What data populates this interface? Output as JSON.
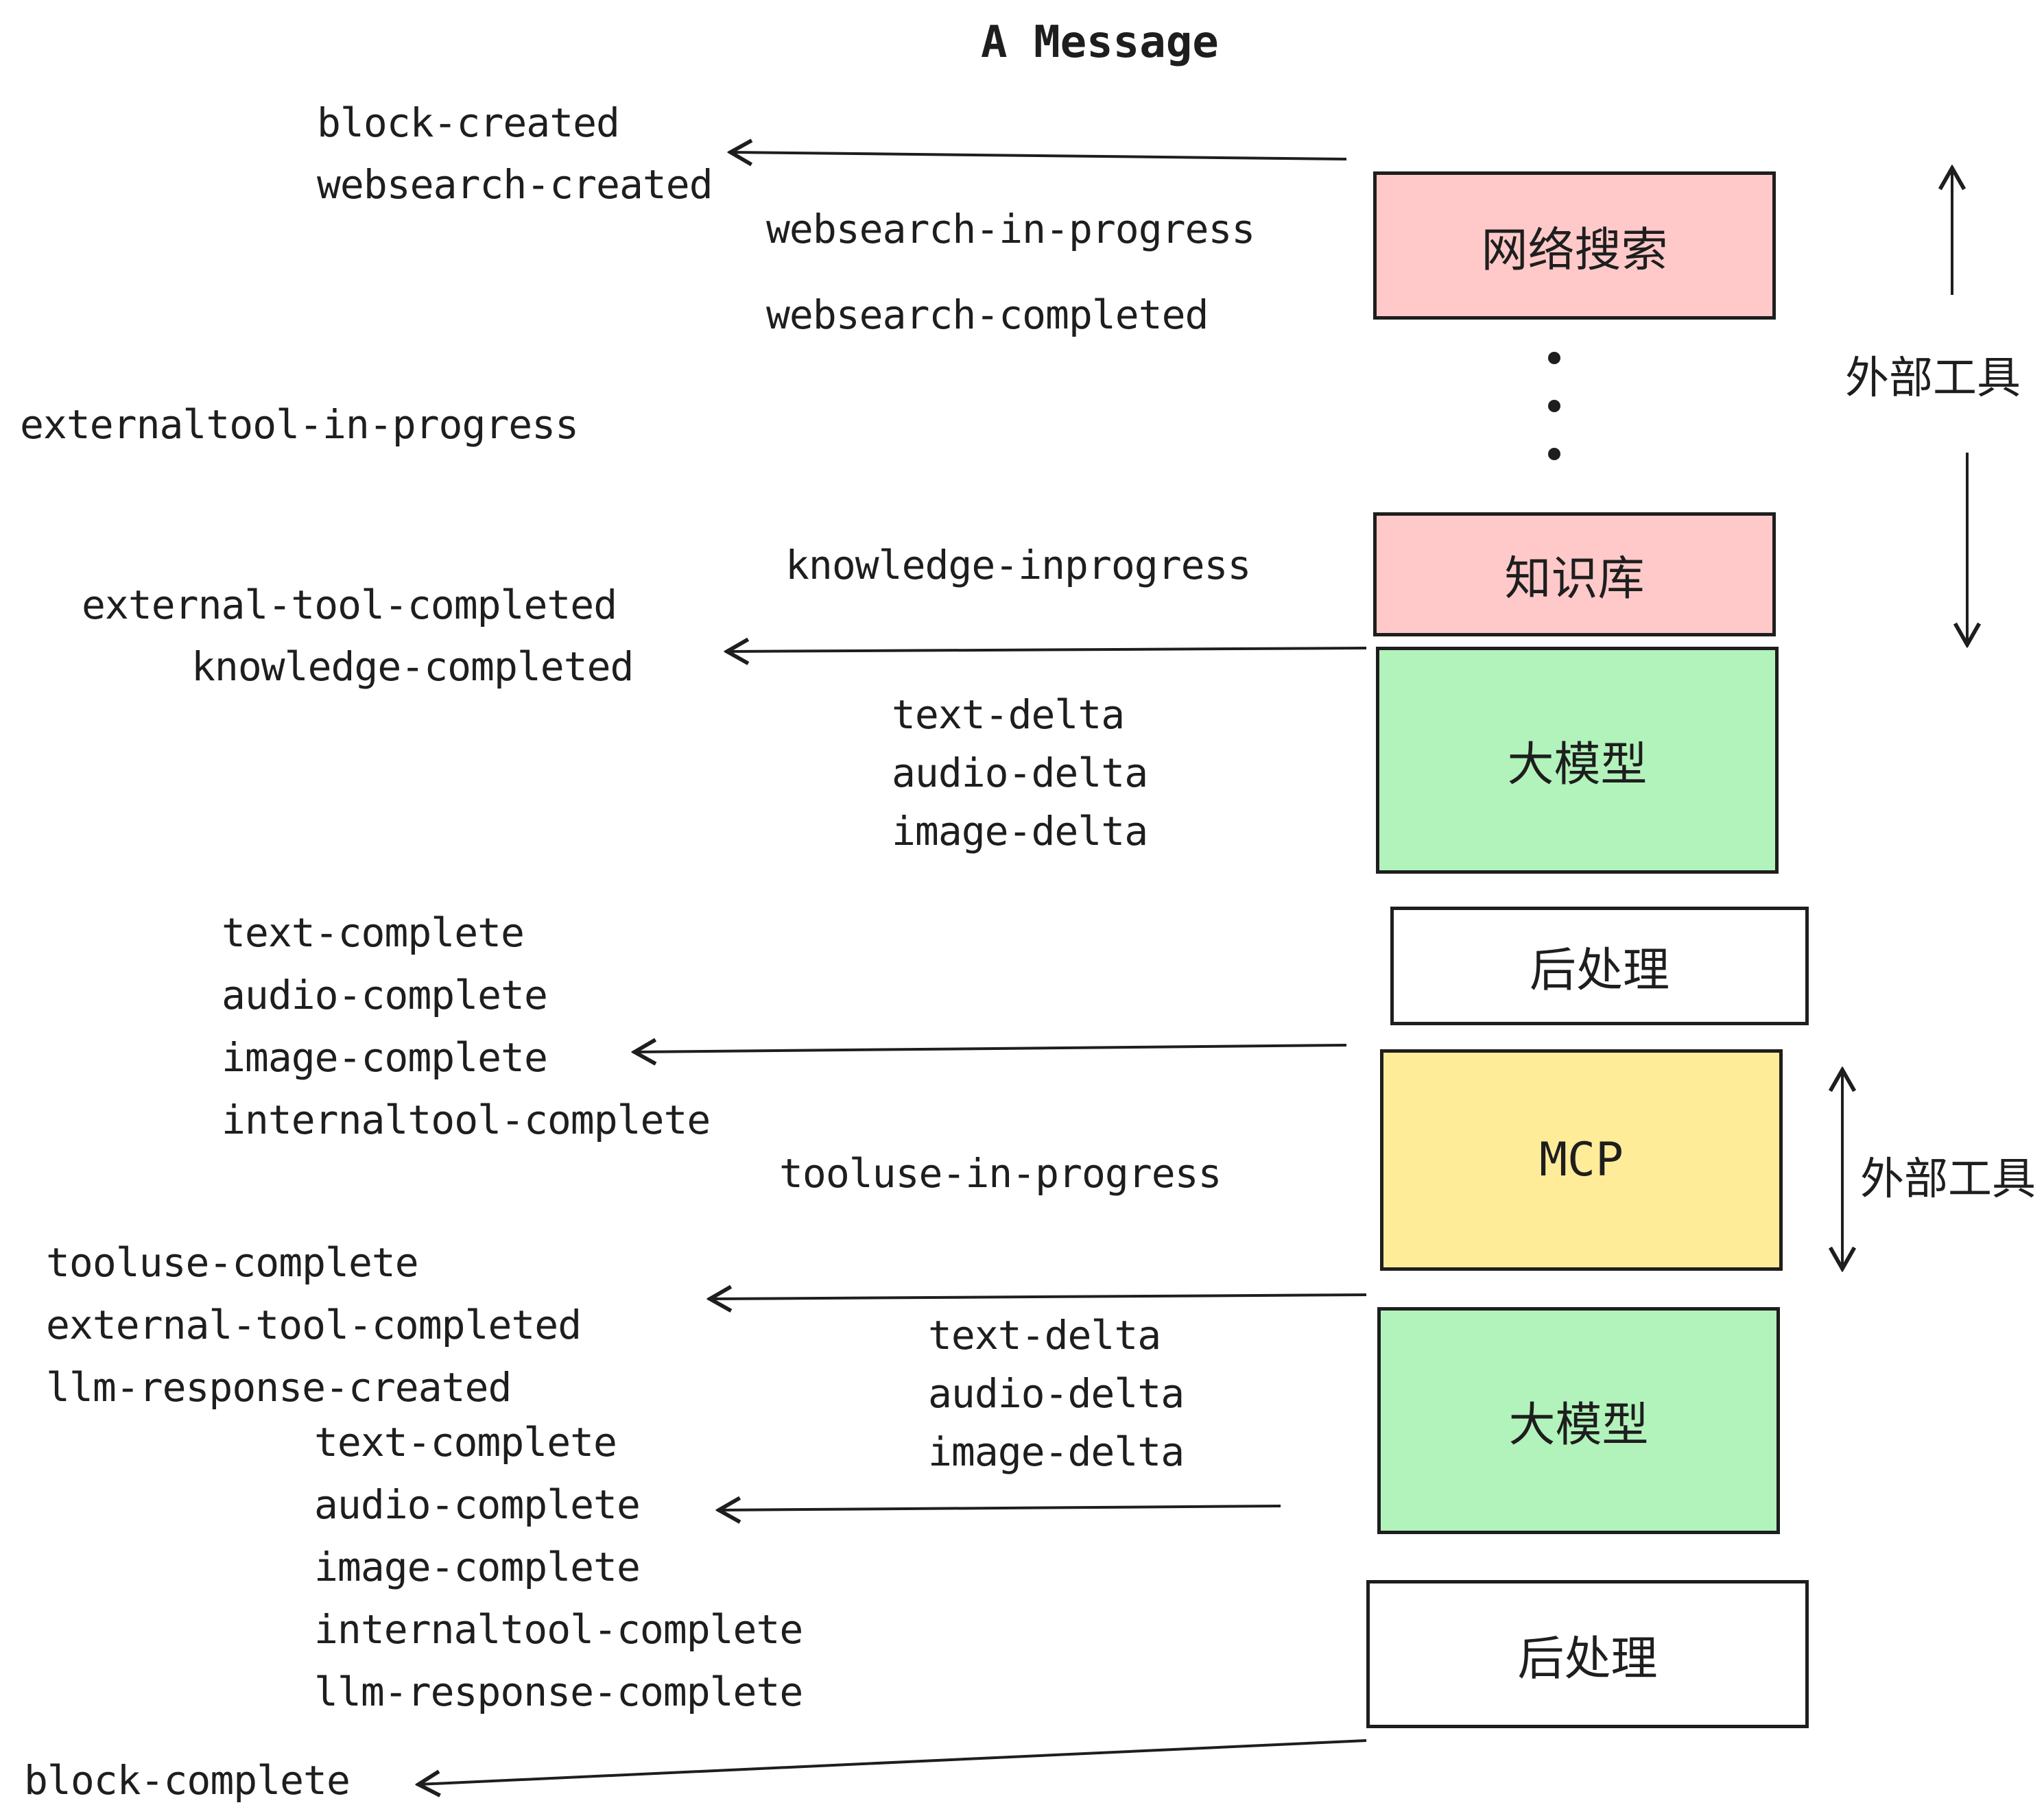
{
  "title": "A Message",
  "colors": {
    "pink": "#ffc9c9",
    "green": "#b2f2bb",
    "yellow": "#ffec99",
    "white": "#ffffff",
    "ink": "#1e1e1e"
  },
  "boxes": {
    "websearch": "网络搜索",
    "knowledge": "知识库",
    "llm1": "大模型",
    "post1": "后处理",
    "mcp": "MCP",
    "llm2": "大模型",
    "post2": "后处理"
  },
  "side_labels": {
    "external_tools_top": "外部工具",
    "external_tools_bottom": "外部工具"
  },
  "events": {
    "block_created": "block-created",
    "websearch_created": "websearch-created",
    "websearch_in_progress": "websearch-in-progress",
    "websearch_completed": "websearch-completed",
    "externaltool_in_progress": "externaltool-in-progress",
    "knowledge_inprogress": "knowledge-inprogress",
    "external_tool_completed": "external-tool-completed",
    "knowledge_completed": "knowledge-completed",
    "deltas1": [
      "text-delta",
      "audio-delta",
      "image-delta"
    ],
    "completes1": [
      "text-complete",
      "audio-complete",
      "image-complete",
      "internaltool-complete"
    ],
    "tooluse_in_progress": "tooluse-in-progress",
    "tooluse_complete": "tooluse-complete",
    "external_tool_completed_2": "external-tool-completed",
    "llm_response_created": "llm-response-created",
    "deltas2": [
      "text-delta",
      "audio-delta",
      "image-delta"
    ],
    "completes2": [
      "text-complete",
      "audio-complete",
      "image-complete",
      "internaltool-complete",
      "llm-response-complete"
    ],
    "block_complete": "block-complete"
  }
}
